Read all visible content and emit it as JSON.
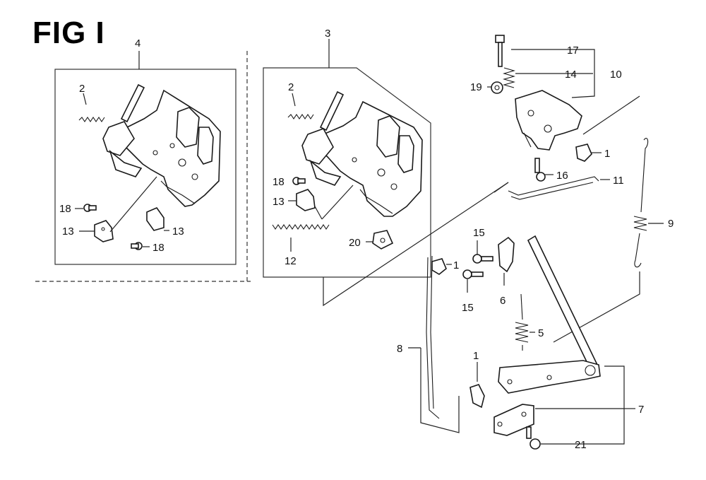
{
  "title": "FIG I",
  "callouts": {
    "c4": "4",
    "c3": "3",
    "c2a": "2",
    "c2b": "2",
    "c18a": "18",
    "c18b": "18",
    "c18c": "18",
    "c13a": "13",
    "c13b": "13",
    "c13c": "13",
    "c12": "12",
    "c20": "20",
    "c17": "17",
    "c14": "14",
    "c10": "10",
    "c19": "19",
    "c1a": "1",
    "c16": "16",
    "c11": "11",
    "c9": "9",
    "c15a": "15",
    "c15b": "15",
    "c1b": "1",
    "c6": "6",
    "c5": "5",
    "c8": "8",
    "c1c": "1",
    "c7": "7",
    "c21": "21"
  }
}
